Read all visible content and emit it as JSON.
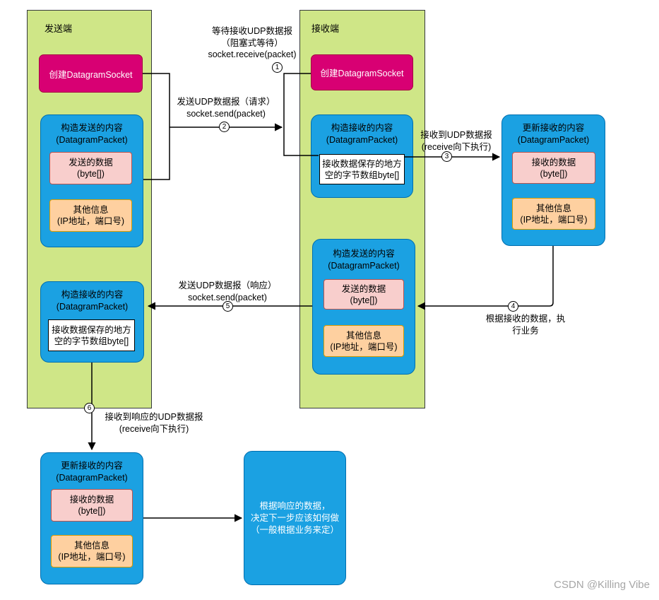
{
  "diagram": {
    "colors": {
      "green": "#cfe687",
      "green_border": "#36393d",
      "blue": "#1ba1e2",
      "blue_border": "#006eaf",
      "magenta": "#d80073",
      "magenta_border": "#a50040",
      "pink": "#f8cecc",
      "pink_border": "#b85450",
      "orange": "#fed0a0",
      "orange_border": "#d79b00",
      "line": "#000000",
      "watermark": "#a6a6a6"
    },
    "sender": {
      "title": "发送端",
      "create_socket": "创建DatagramSocket",
      "send_packet": {
        "title": "构造发送的内容",
        "subtitle": "(DatagramPacket)",
        "data": [
          "发送的数据",
          "(byte[])"
        ],
        "info": [
          "其他信息",
          "(IP地址，端口号)"
        ]
      },
      "recv_packet": {
        "title": "构造接收的内容",
        "subtitle": "(DatagramPacket)",
        "buffer": [
          "接收数据保存的地方",
          "空的字节数组byte[]"
        ]
      }
    },
    "receiver": {
      "title": "接收端",
      "create_socket": "创建DatagramSocket",
      "recv_packet": {
        "title": "构造接收的内容",
        "subtitle": "(DatagramPacket)",
        "buffer": [
          "接收数据保存的地方",
          "空的字节数组byte[]"
        ]
      },
      "send_packet": {
        "title": "构造发送的内容",
        "subtitle": "(DatagramPacket)",
        "data": [
          "发送的数据",
          "(byte[])"
        ],
        "info": [
          "其他信息",
          "(IP地址，端口号)"
        ]
      }
    },
    "receiver_updated": {
      "title": "更新接收的内容",
      "subtitle": "(DatagramPacket)",
      "data": [
        "接收的数据",
        "(byte[])"
      ],
      "info": [
        "其他信息",
        "(IP地址，端口号)"
      ]
    },
    "sender_updated": {
      "title": "更新接收的内容",
      "subtitle": "(DatagramPacket)",
      "data": [
        "接收的数据",
        "(byte[])"
      ],
      "info": [
        "其他信息",
        "(IP地址，端口号)"
      ]
    },
    "decision": [
      "根据响应的数据，",
      "决定下一步应该如何做",
      "（一般根据业务来定）"
    ],
    "steps": {
      "s1": {
        "num": "1",
        "lines": [
          "等待接收UDP数据报",
          "（阻塞式等待）",
          "socket.receive(packet)"
        ]
      },
      "s2": {
        "num": "2",
        "lines": [
          "发送UDP数据报（请求）",
          "socket.send(packet)"
        ]
      },
      "s3": {
        "num": "3",
        "lines": [
          "接收到UDP数据报",
          "(receive向下执行)"
        ]
      },
      "s4": {
        "num": "4",
        "lines": [
          "根据接收的数据，执",
          "行业务"
        ]
      },
      "s5": {
        "num": "5",
        "lines": [
          "发送UDP数据报（响应）",
          "socket.send(packet)"
        ]
      },
      "s6": {
        "num": "6",
        "lines": [
          "接收到响应的UDP数据报",
          "(receive向下执行)"
        ]
      }
    },
    "watermark": "CSDN @Killing Vibe"
  }
}
